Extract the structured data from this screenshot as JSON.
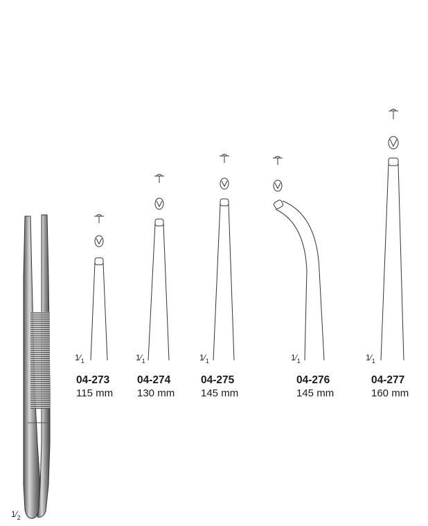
{
  "overview": {
    "scale_num": "1",
    "scale_den": "2"
  },
  "instruments": [
    {
      "code": "04-273",
      "length": "115 mm",
      "scale_num": "1",
      "scale_den": "1"
    },
    {
      "code": "04-274",
      "length": "130 mm",
      "scale_num": "1",
      "scale_den": "1"
    },
    {
      "code": "04-275",
      "length": "145 mm",
      "scale_num": "1",
      "scale_den": "1"
    },
    {
      "code": "04-276",
      "length": "145 mm",
      "scale_num": "1",
      "scale_den": "1"
    },
    {
      "code": "04-277",
      "length": "160 mm",
      "scale_num": "1",
      "scale_den": "1"
    }
  ]
}
